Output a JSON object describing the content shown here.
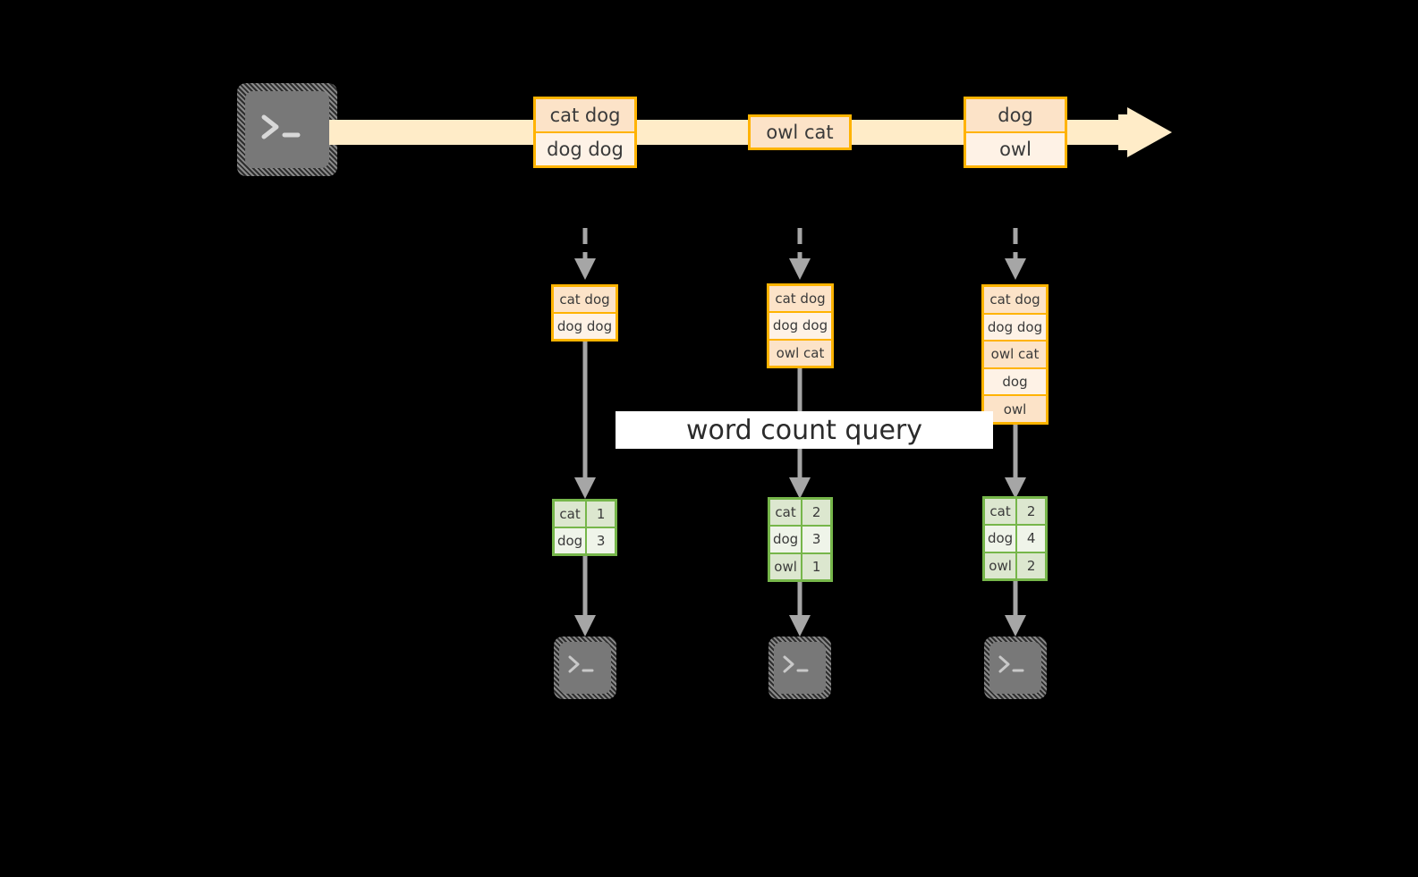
{
  "diagram": {
    "title": "streaming word count micro-batch diagram",
    "colors": {
      "stream_band": "#FFECC8",
      "record_border": "#FFB300",
      "record_fill_shade": "#FCE3C8",
      "record_fill_plain": "#FEF2E6",
      "result_border": "#76B64A",
      "result_fill_shade": "#DCE7CF",
      "result_fill_plain": "#EFF4E9",
      "connector": "#A6A6A6",
      "terminal_face": "#787878",
      "label_band": "#FFFFFF",
      "background": "#000000"
    }
  },
  "source": {
    "terminal_icon": "terminal-prompt-icon",
    "prompt_glyph": ">_"
  },
  "stream": {
    "batches": [
      {
        "name": "batch-1",
        "lines": [
          "cat dog",
          "dog dog"
        ]
      },
      {
        "name": "batch-2",
        "lines": [
          "owl cat"
        ]
      },
      {
        "name": "batch-3",
        "lines": [
          "dog",
          "owl"
        ]
      }
    ]
  },
  "query": {
    "label": "word count query"
  },
  "snapshots": [
    {
      "name": "snapshot-1",
      "input_lines": [
        "cat dog",
        "dog dog"
      ],
      "counts": [
        {
          "word": "cat",
          "count": "1"
        },
        {
          "word": "dog",
          "count": "3"
        }
      ],
      "sink_icon": "terminal-prompt-icon"
    },
    {
      "name": "snapshot-2",
      "input_lines": [
        "cat dog",
        "dog dog",
        "owl cat"
      ],
      "counts": [
        {
          "word": "cat",
          "count": "2"
        },
        {
          "word": "dog",
          "count": "3"
        },
        {
          "word": "owl",
          "count": "1"
        }
      ],
      "sink_icon": "terminal-prompt-icon"
    },
    {
      "name": "snapshot-3",
      "input_lines": [
        "cat dog",
        "dog dog",
        "owl cat",
        "dog",
        "owl"
      ],
      "counts": [
        {
          "word": "cat",
          "count": "2"
        },
        {
          "word": "dog",
          "count": "4"
        },
        {
          "word": "owl",
          "count": "2"
        }
      ],
      "sink_icon": "terminal-prompt-icon"
    }
  ]
}
